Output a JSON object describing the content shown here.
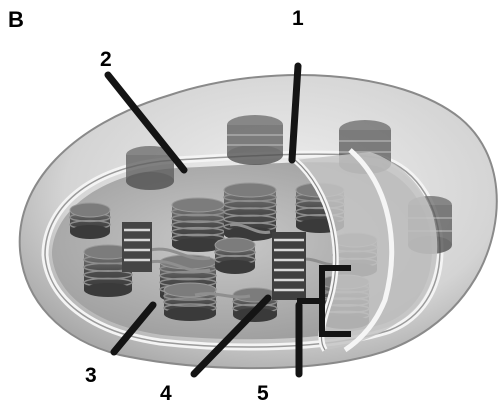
{
  "panel_label": "B",
  "labels": {
    "l1": "1",
    "l2": "2",
    "l3": "3",
    "l4": "4",
    "l5": "5"
  },
  "colors": {
    "envelope_fill": "#dcdcdc",
    "envelope_edge": "#8a8a8a",
    "inner_membrane": "#f2f2f2",
    "stroma": "#b9b9b9",
    "thylakoid_dark": "#4c4c4c",
    "thylakoid_mid": "#6e6e6e",
    "thylakoid_light": "#8c8c8c",
    "pointer": "#141414"
  }
}
